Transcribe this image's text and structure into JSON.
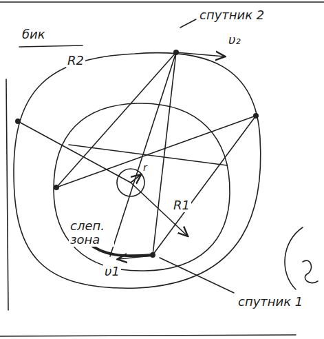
{
  "diagram": {
    "labels": [
      "бик",
      "спутник 2",
      "υ₂",
      "R2",
      "r",
      "R1",
      "слеп. зона",
      "υ1",
      "спутник 1"
    ]
  }
}
